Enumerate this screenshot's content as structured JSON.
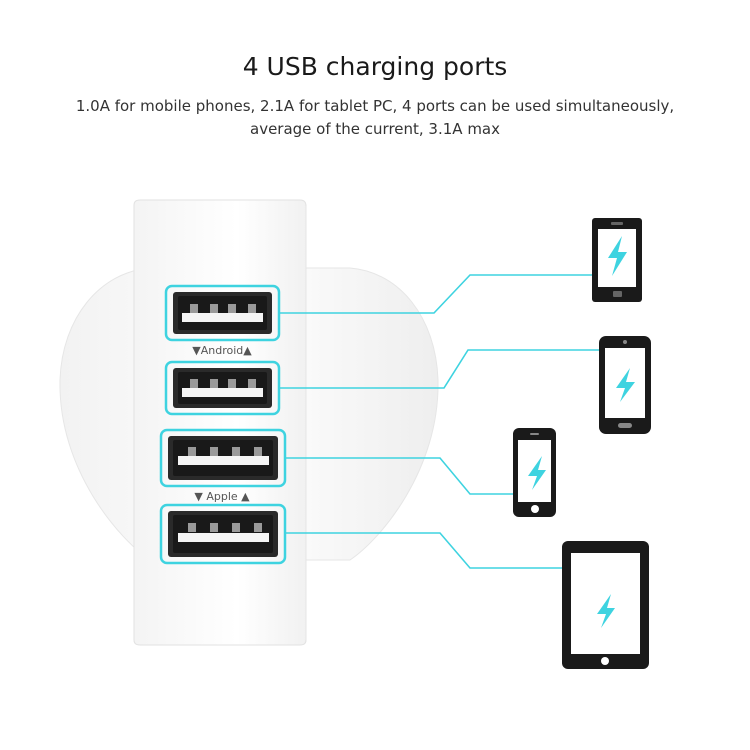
{
  "header": {
    "title": "4 USB charging ports",
    "line1": "1.0A for mobile phones, 2.1A for tablet PC, 4 ports can be used simultaneously,",
    "line2": "average of the current, 3.1A max"
  },
  "port_labels": {
    "android": "▼Android▲",
    "apple": "▼ Apple ▲"
  },
  "colors": {
    "accent": "#3ed3e0",
    "bolt": "#3ed3e0",
    "device": "#1a1a1a",
    "charger": "#ffffff"
  },
  "ports": [
    "usb-port",
    "usb-port",
    "usb-port",
    "usb-port"
  ],
  "devices": [
    "phone-small",
    "phone-android",
    "phone-iphone",
    "tablet"
  ]
}
